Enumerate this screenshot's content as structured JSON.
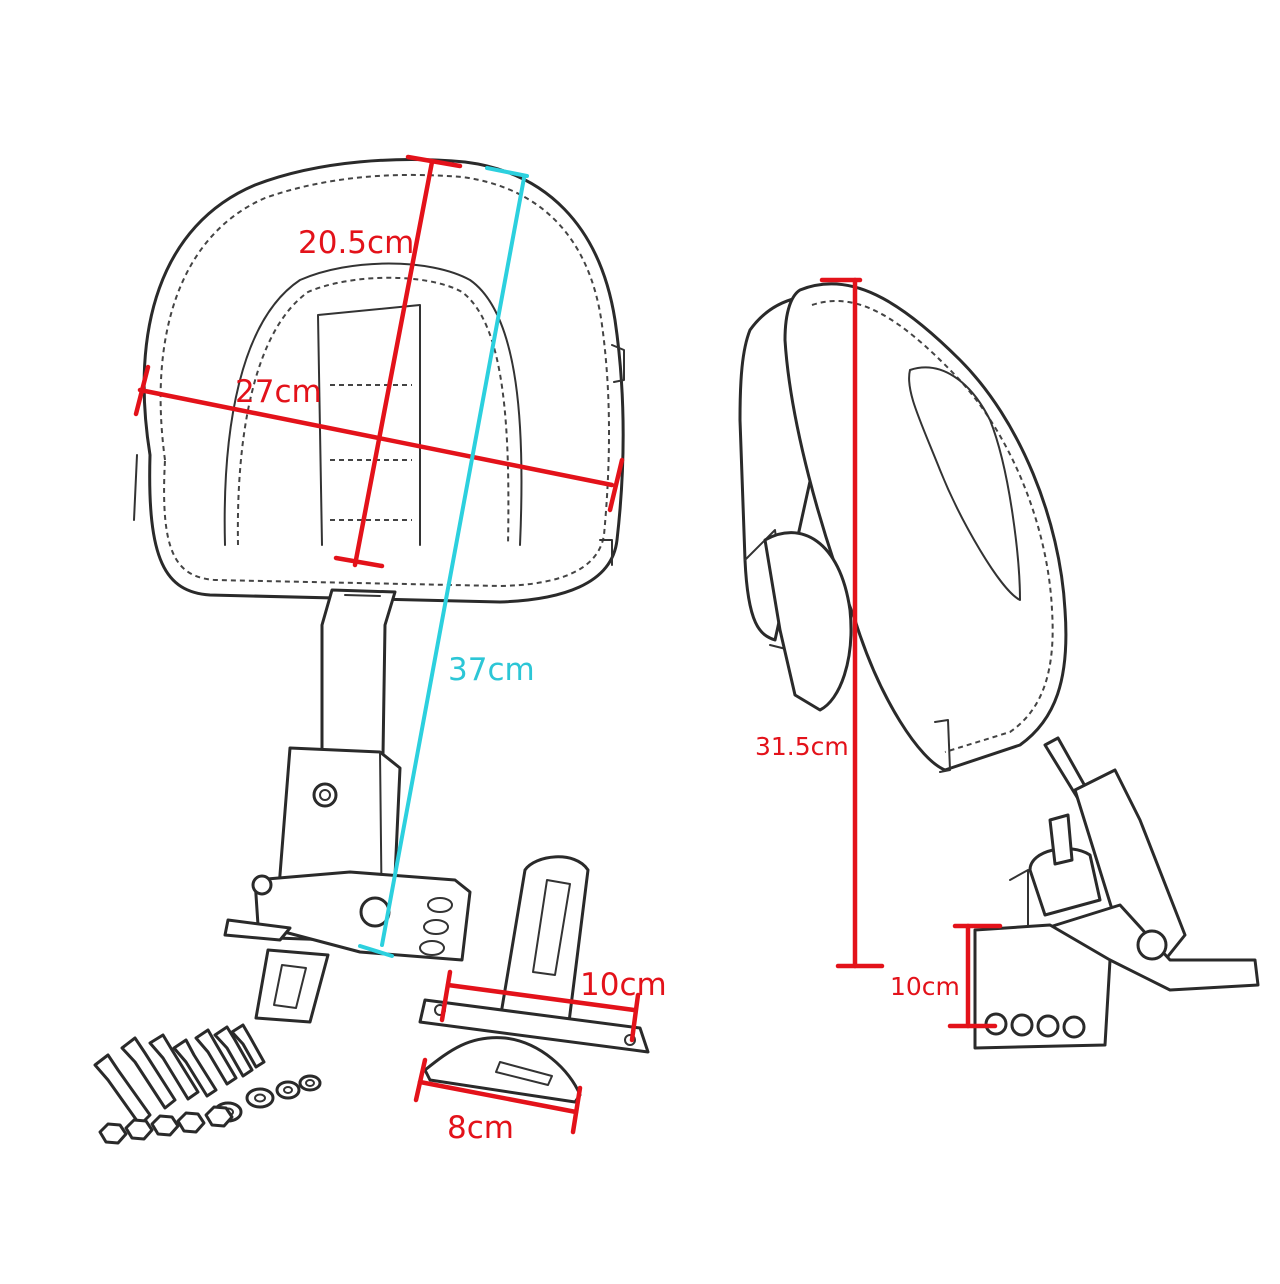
{
  "colors": {
    "dimension_red": "#e3121a",
    "dimension_cyan": "#2cd0de",
    "sketch_line": "#2a2a2a",
    "background": "#ffffff"
  },
  "front_view": {
    "height_label": "20.5cm",
    "width_label": "27cm",
    "total_height_label": "37cm"
  },
  "mount_plate": {
    "width_label": "10cm",
    "depth_label": "8cm"
  },
  "side_view": {
    "height_label": "31.5cm",
    "base_label": "10cm"
  },
  "parts": {
    "bolts_icon": "bolt-set-icon",
    "washers_icon": "washer-set-icon",
    "nuts_icon": "nut-set-icon"
  }
}
